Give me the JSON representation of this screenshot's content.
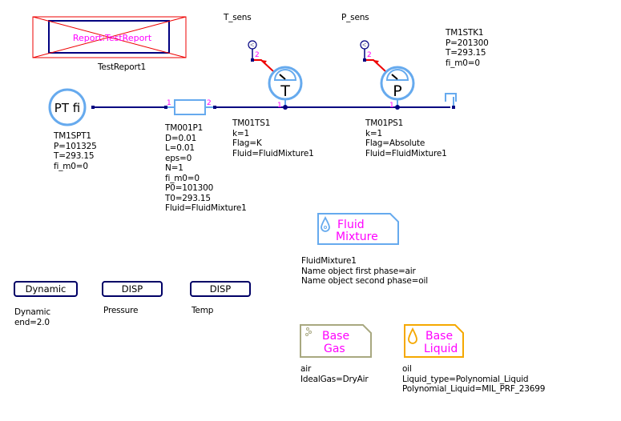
{
  "report": {
    "inner_label": "Report:TestReport",
    "name": "TestReport1"
  },
  "components": {
    "source": {
      "symbol": "PT fi",
      "params": [
        "TM1SPT1",
        "P=101325",
        "T=293.15",
        "fi_m0=0"
      ]
    },
    "pipe": {
      "port1": "1",
      "port2": "2",
      "params": [
        "TM001P1",
        "D=0.01",
        "L=0.01",
        "eps=0",
        "N=1",
        "fi_m0=0",
        "P0=101300",
        "T0=293.15",
        "Fluid=FluidMixture1"
      ]
    },
    "temp_sensor": {
      "symbol": "T",
      "port1": "1",
      "port2": "2",
      "output_label": "T_sens",
      "params": [
        "TM01TS1",
        "k=1",
        "Flag=K",
        "Fluid=FluidMixture1"
      ]
    },
    "pressure_sensor": {
      "symbol": "P",
      "port1": "1",
      "port2": "2",
      "output_label": "P_sens",
      "params": [
        "TM01PS1",
        "k=1",
        "Flag=Absolute",
        "Fluid=FluidMixture1"
      ]
    },
    "tank": {
      "params": [
        "TM1STK1",
        "P=201300",
        "T=293.15",
        "fi_m0=0"
      ]
    },
    "fluid_mixture": {
      "title_line1": "Fluid",
      "title_line2": "Mixture",
      "params": [
        "FluidMixture1",
        "Name object first phase=air",
        "Name object second phase=oil"
      ]
    },
    "base_gas": {
      "title_line1": "Base",
      "title_line2": "Gas",
      "params": [
        "air",
        "IdealGas=DryAir"
      ]
    },
    "base_liquid": {
      "title_line1": "Base",
      "title_line2": "Liquid",
      "params": [
        "oil",
        "Liquid_type=Polynomial_Liquid",
        "Polynomial_Liquid=MIL_PRF_23699"
      ]
    }
  },
  "controls": [
    {
      "label": "Dynamic",
      "params": [
        "Dynamic",
        "end=2.0"
      ]
    },
    {
      "label": "DISP",
      "params": [
        "Pressure"
      ]
    },
    {
      "label": "DISP",
      "params": [
        "Temp"
      ]
    }
  ],
  "colors": {
    "wire": "#000080",
    "symbol_blue": "#66aaee",
    "port_number": "#ff00ff",
    "signal_red": "#ee0000",
    "report_red": "#ee0000",
    "gas_border": "#a8a880",
    "liquid_border": "#f5a800"
  }
}
